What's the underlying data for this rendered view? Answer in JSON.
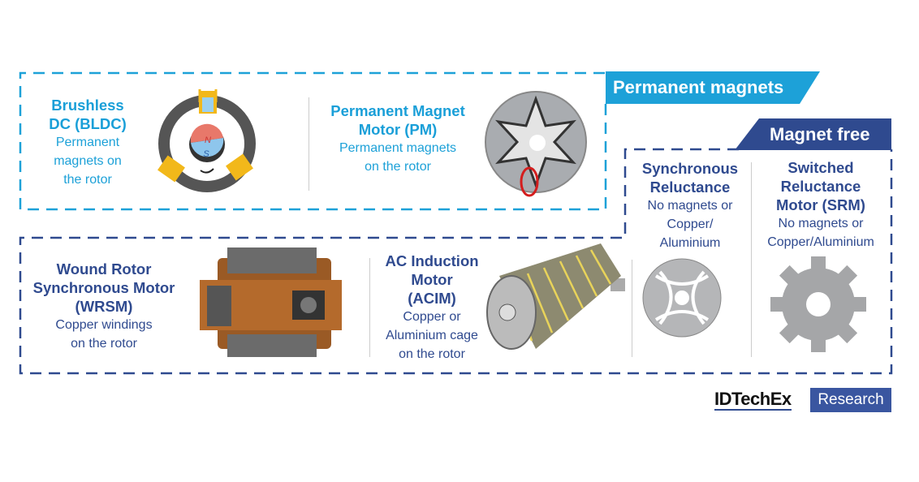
{
  "banners": {
    "permanent": "Permanent magnets",
    "magnet_free": "Magnet free"
  },
  "motors": [
    {
      "title": [
        "Brushless",
        "DC (BLDC)"
      ],
      "desc": [
        "Permanent",
        "magnets on",
        "the rotor"
      ]
    },
    {
      "title": [
        "Permanent Magnet",
        "Motor (PM)"
      ],
      "desc": [
        "Permanent magnets",
        "on the rotor"
      ]
    },
    {
      "title": [
        "Wound Rotor",
        "Synchronous Motor",
        "(WRSM)"
      ],
      "desc": [
        "Copper windings",
        "on the rotor"
      ]
    },
    {
      "title": [
        "AC Induction",
        "Motor",
        "(ACIM)"
      ],
      "desc": [
        "Copper or",
        "Aluminium cage",
        "on the rotor"
      ]
    },
    {
      "title": [
        "Synchronous",
        "Reluctance"
      ],
      "desc": [
        "No magnets or",
        "Copper/",
        "Aluminium"
      ]
    },
    {
      "title": [
        "Switched",
        "Reluctance",
        "Motor (SRM)"
      ],
      "desc": [
        "No magnets or",
        "Copper/Aluminium"
      ]
    }
  ],
  "bldc_poles": {
    "north": "N",
    "south": "S"
  },
  "logo": {
    "brand": "IDTechEx",
    "tag": "Research"
  },
  "colors": {
    "light_blue": "#1da1d8",
    "dark_blue": "#2f4a8f"
  }
}
